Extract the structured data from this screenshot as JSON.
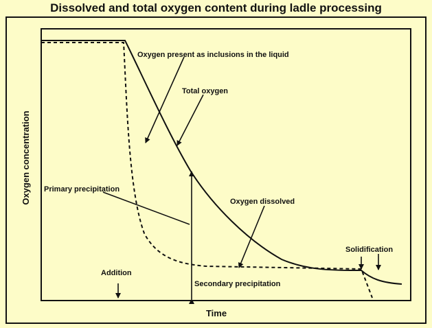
{
  "title": "Dissolved and total oxygen content during ladle processing",
  "axes": {
    "x_label": "Time",
    "y_label": "Oxygen concentration"
  },
  "annotations": {
    "inclusions": "Oxygen present as inclusions in the liquid",
    "total_oxygen": "Total oxygen",
    "primary_precipitation": "Primary precipitation",
    "oxygen_dissolved": "Oxygen dissolved",
    "solidification": "Solidification",
    "addition": "Addition",
    "secondary_precipitation": "Secondary precipitation"
  }
}
